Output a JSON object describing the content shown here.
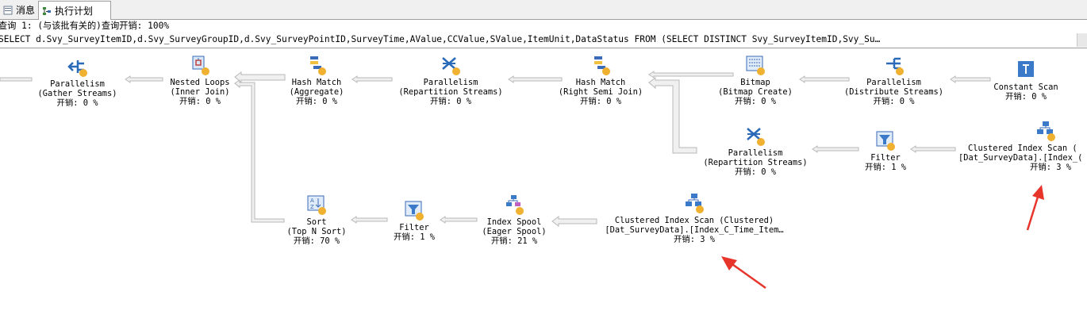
{
  "tabs": [
    {
      "label": "消息",
      "icon": "messages-icon",
      "active": false
    },
    {
      "label": "执行计划",
      "icon": "execution-plan-icon",
      "active": true
    }
  ],
  "query": {
    "header": "查询 1: (与该批有关的)查询开销: 100%",
    "sql": "SELECT d.Svy_SurveyItemID,d.Svy_SurveyGroupID,d.Svy_SurveyPointID,SurveyTime,AValue,CCValue,SValue,ItemUnit,DataStatus FROM (SELECT DISTINCT Svy_SurveyItemID,Svy_Su…"
  },
  "nodes": {
    "gather": {
      "name": "Parallelism",
      "sub": "(Gather Streams)",
      "cost": "开销: 0 %",
      "icon": "parallelism-icon"
    },
    "nested": {
      "name": "Nested Loops",
      "sub": "(Inner Join)",
      "cost": "开销: 0 %",
      "icon": "nested-loops-icon"
    },
    "hashagg": {
      "name": "Hash Match",
      "sub": "(Aggregate)",
      "cost": "开销: 0 %",
      "icon": "hash-match-icon"
    },
    "repart1": {
      "name": "Parallelism",
      "sub": "(Repartition Streams)",
      "cost": "开销: 0 %",
      "icon": "parallelism-icon"
    },
    "hashsemi": {
      "name": "Hash Match",
      "sub": "(Right Semi Join)",
      "cost": "开销: 0 %",
      "icon": "hash-match-icon"
    },
    "bitmap": {
      "name": "Bitmap",
      "sub": "(Bitmap Create)",
      "cost": "开销: 0 %",
      "icon": "bitmap-icon"
    },
    "distrib": {
      "name": "Parallelism",
      "sub": "(Distribute Streams)",
      "cost": "开销: 0 %",
      "icon": "parallelism-icon"
    },
    "constscan": {
      "name": "Constant Scan",
      "sub": "",
      "cost": "开销: 0 %",
      "icon": "constant-scan-icon"
    },
    "repart2": {
      "name": "Parallelism",
      "sub": "(Repartition Streams)",
      "cost": "开销: 0 %",
      "icon": "parallelism-icon"
    },
    "filter1": {
      "name": "Filter",
      "sub": "",
      "cost": "开销: 1 %",
      "icon": "filter-icon"
    },
    "cis1": {
      "name": "Clustered Index Scan (",
      "sub": "[Dat_SurveyData].[Index_(",
      "cost": "开销: 3 %",
      "icon": "clustered-index-scan-icon"
    },
    "sort": {
      "name": "Sort",
      "sub": "(Top N Sort)",
      "cost": "开销: 70 %",
      "icon": "sort-icon"
    },
    "filter2": {
      "name": "Filter",
      "sub": "",
      "cost": "开销: 1 %",
      "icon": "filter-icon"
    },
    "spool": {
      "name": "Index Spool",
      "sub": "(Eager Spool)",
      "cost": "开销: 21 %",
      "icon": "index-spool-icon"
    },
    "cis2": {
      "name": "Clustered Index Scan (Clustered)",
      "sub": "[Dat_SurveyData].[Index_C_Time_Item…",
      "cost": "开销: 3 %",
      "icon": "clustered-index-scan-icon"
    }
  },
  "colors": {
    "arrow": "#e8352b",
    "line": "#b8b8b8",
    "line_fill": "#f0f0f0"
  }
}
